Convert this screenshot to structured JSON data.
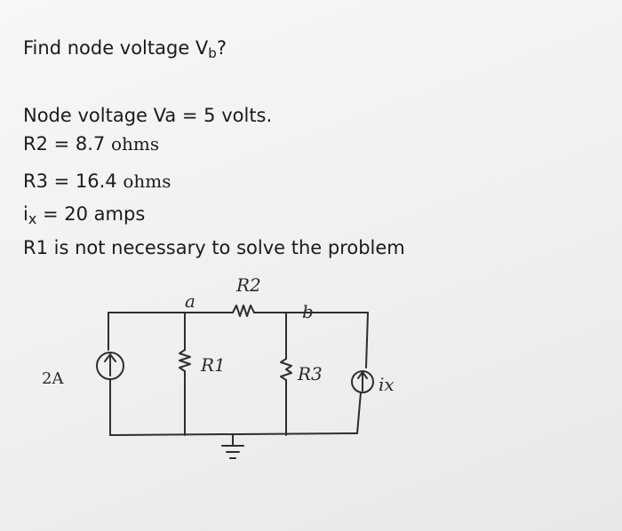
{
  "question": {
    "prefix": "Find node voltage V",
    "sub": "b",
    "suffix": "?"
  },
  "given": {
    "va": "Node voltage Va = 5 volts.",
    "r2_label": "R2 = 8.7",
    "r2_unit": "ohms",
    "r3_label": "R3 = 16.4",
    "r3_unit": "ohms",
    "ix_main": "i",
    "ix_sub": "x",
    "ix_rest": "= 20 amps",
    "note": "R1 is not necessary to solve the problem"
  },
  "circuit": {
    "node_a": "a",
    "node_b": "b",
    "r2": "R2",
    "r1": "R1",
    "r3": "R3",
    "source_left": "2A",
    "source_right": "ix"
  }
}
